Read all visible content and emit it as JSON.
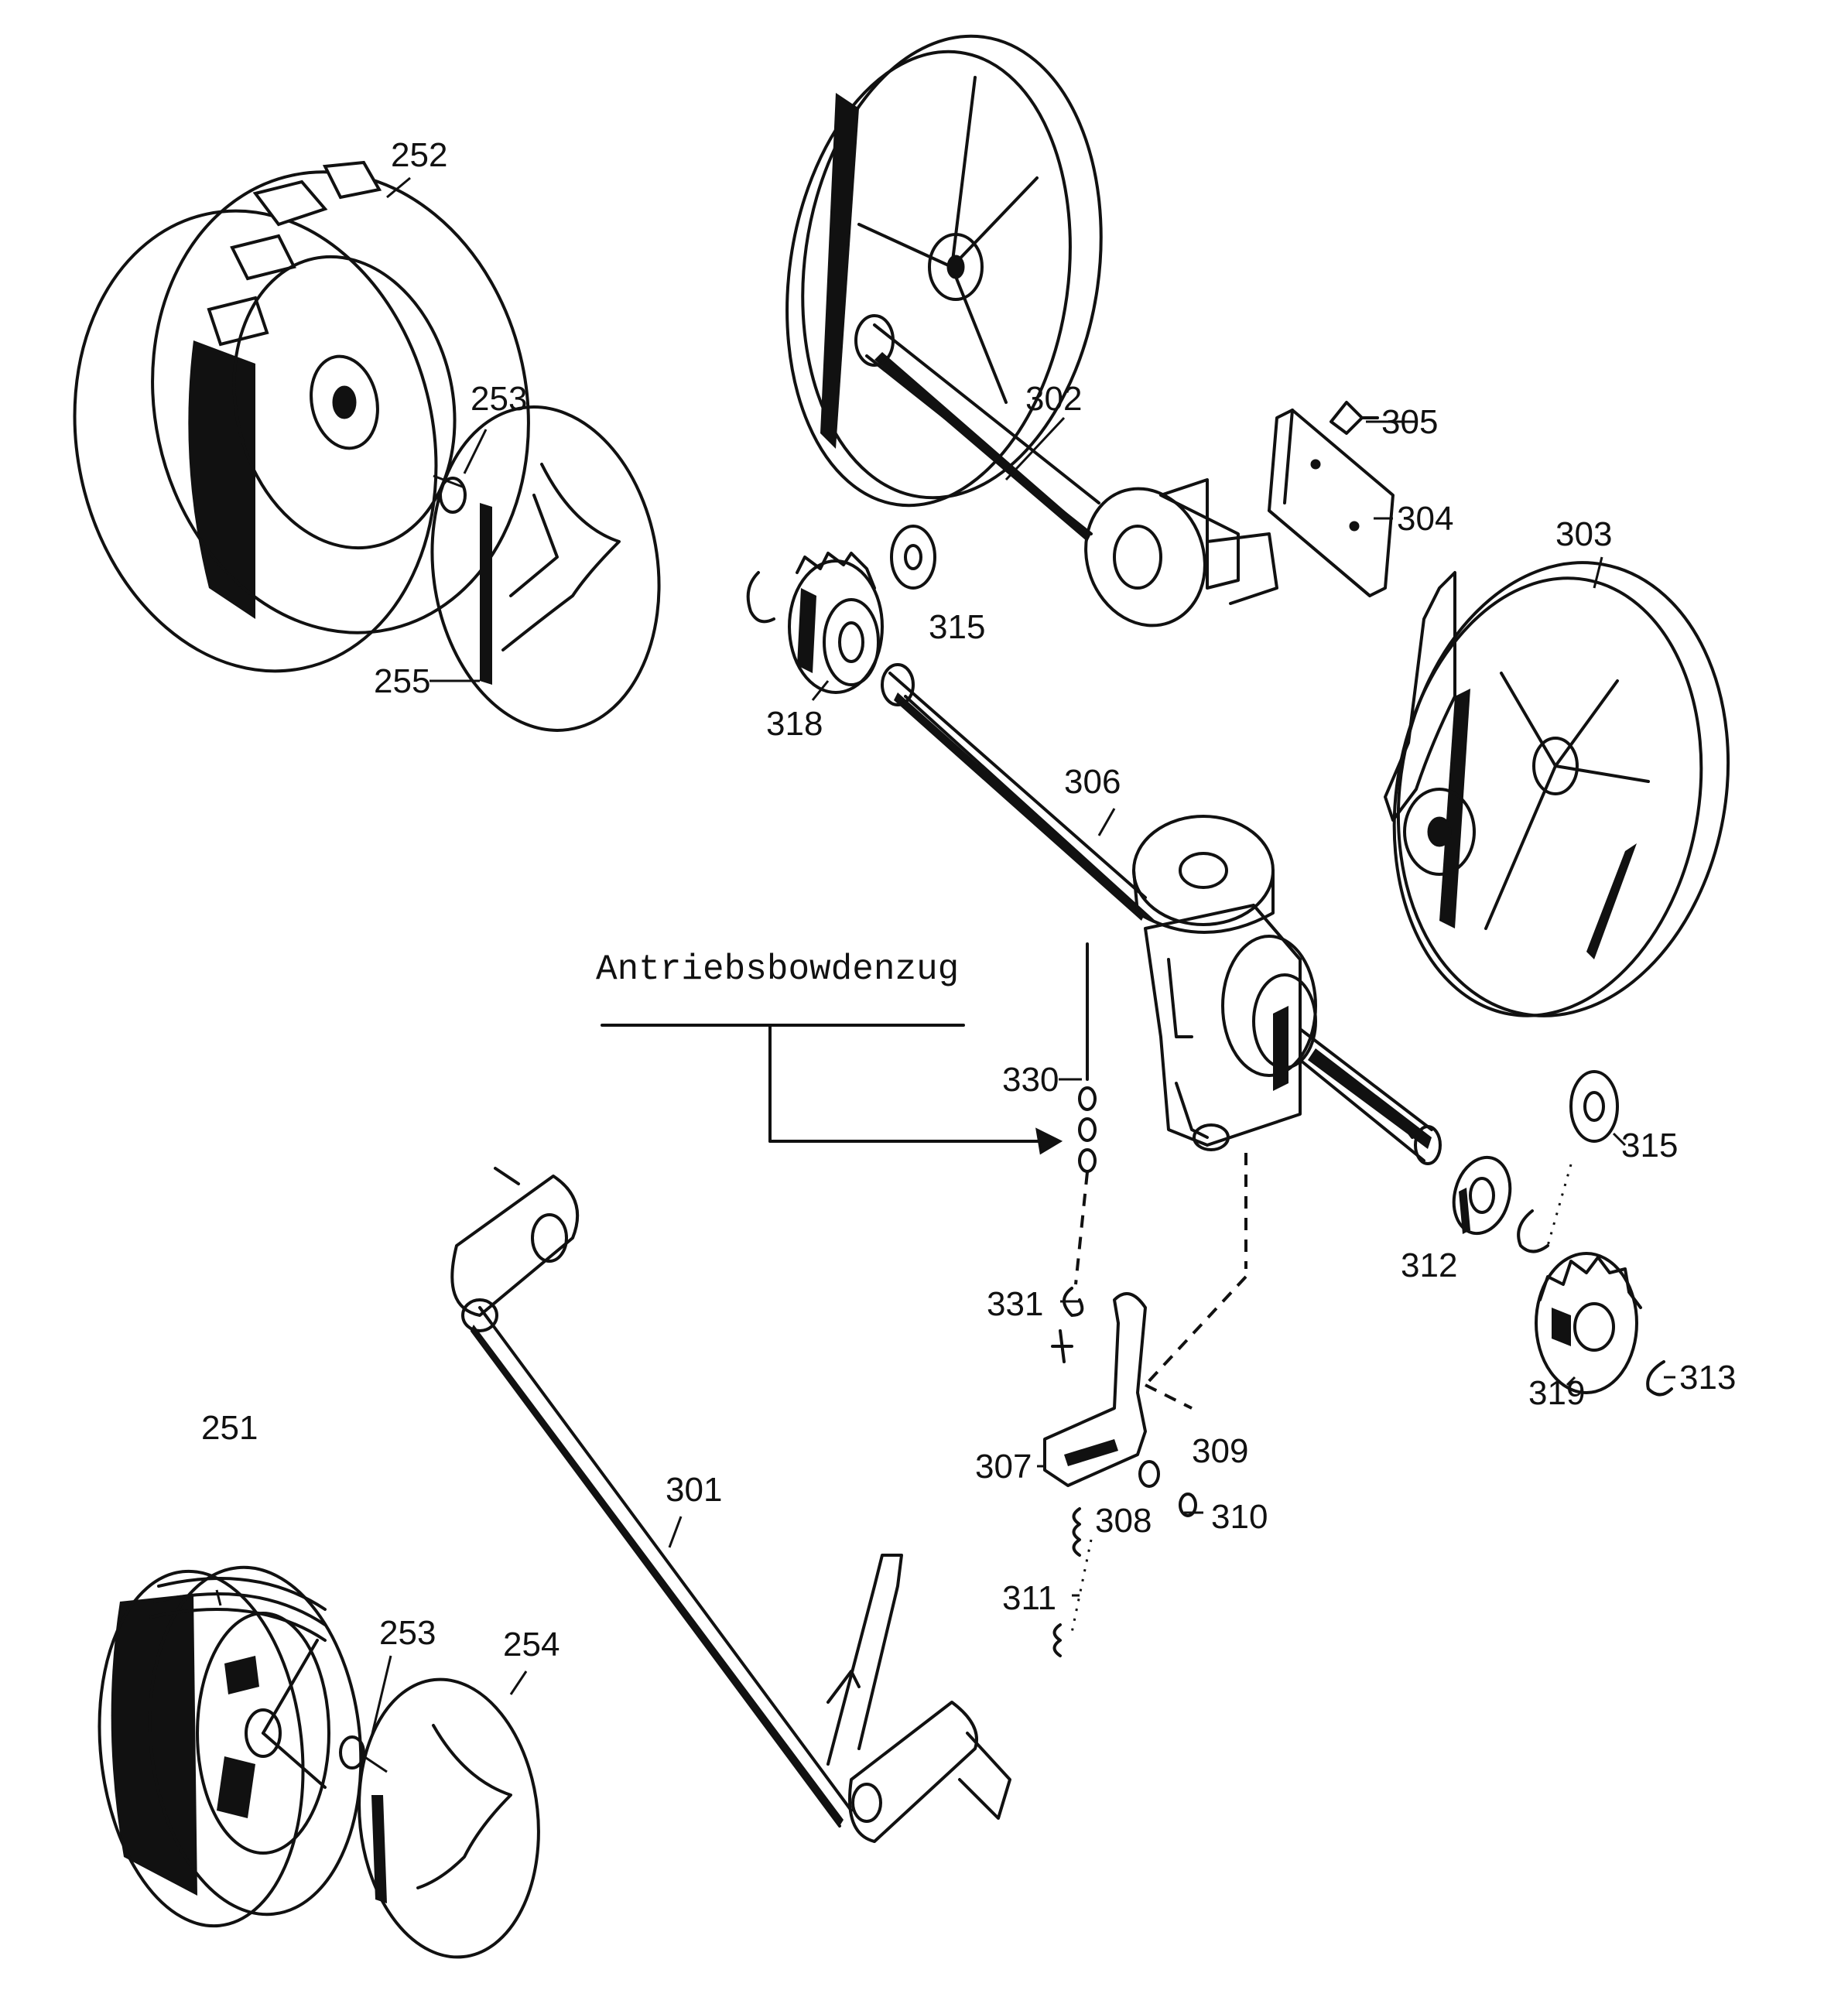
{
  "diagram": {
    "cable_label": "Antriebsbowdenzug",
    "labels": {
      "l252": "252",
      "l253a": "253",
      "l255": "255",
      "l302": "302",
      "l305": "305",
      "l304": "304",
      "l303": "303",
      "l315a": "315",
      "l318": "318",
      "l306": "306",
      "l330": "330",
      "l315b": "315",
      "l312": "312",
      "l331": "331",
      "l319": "319",
      "l313": "313",
      "l309": "309",
      "l307": "307",
      "l308": "308",
      "l310": "310",
      "l251": "251",
      "l301": "301",
      "l311": "311",
      "l253b": "253",
      "l254": "254"
    }
  }
}
